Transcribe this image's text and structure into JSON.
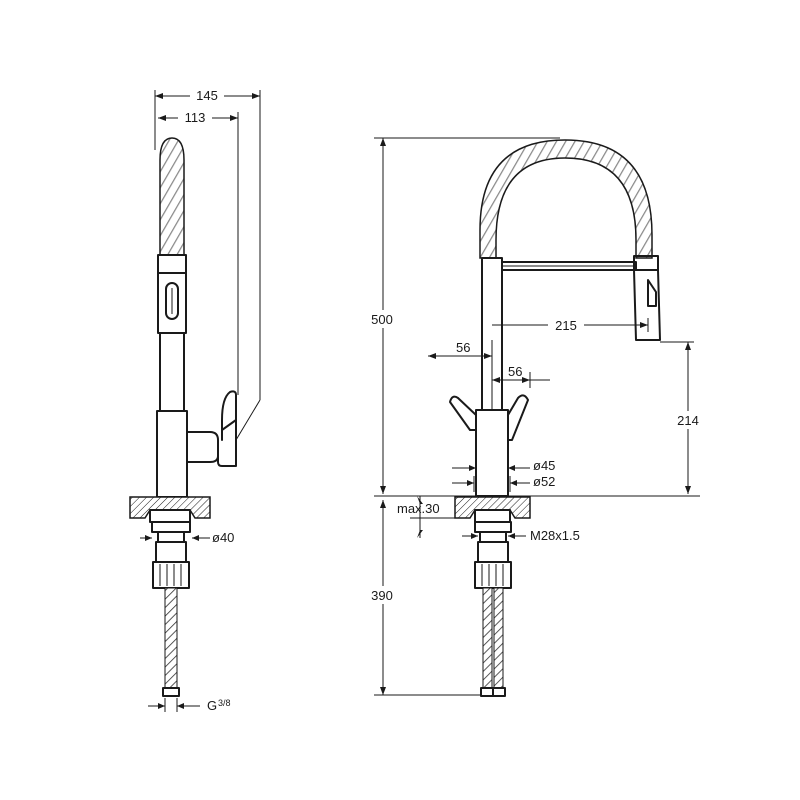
{
  "side_view": {
    "width_overall": "145",
    "width_spout": "113",
    "base_diameter": "ø40",
    "connector": "G",
    "connector_fraction": "3/8"
  },
  "front_view": {
    "height_overall": "500",
    "spout_reach": "215",
    "lever_left": "56",
    "lever_right": "56",
    "outlet_height": "214",
    "body_diameter": "ø45",
    "base_diameter": "ø52",
    "max_deck": "max.30",
    "thread": "M28x1.5",
    "hose_length": "390"
  },
  "colors": {
    "line": "#1a1a1a",
    "spring": "#bfbfbf",
    "background": "#ffffff"
  }
}
